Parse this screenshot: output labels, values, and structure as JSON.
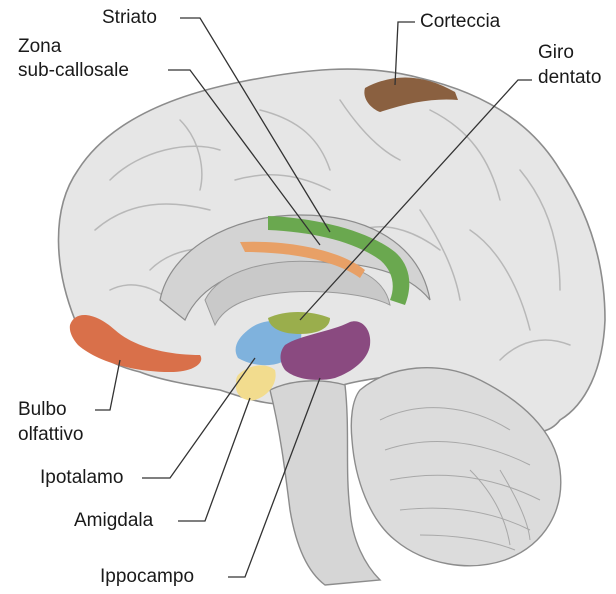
{
  "labels": {
    "striato": "Striato",
    "corteccia": "Corteccia",
    "zona_line1": "Zona",
    "zona_line2": "sub-callosale",
    "giro_line1": "Giro",
    "giro_line2": "dentato",
    "bulbo_line1": "Bulbo",
    "bulbo_line2": "olfattivo",
    "ipotalamo": "Ipotalamo",
    "amigdala": "Amigdala",
    "ippocampo": "Ippocampo"
  },
  "colors": {
    "brain_fill": "#e6e6e6",
    "brain_outline": "#8c8c8c",
    "corteccia": "#8a6040",
    "striato": "#6aa84f",
    "zona_sub_callosale": "#e8a066",
    "bulbo_olfattivo": "#d9704a",
    "giro_dentato": "#9aae4c",
    "ipotalamo": "#7fb2dd",
    "amigdala": "#f2dc8e",
    "ippocampo": "#8a4a80",
    "leader_line": "#333333"
  }
}
